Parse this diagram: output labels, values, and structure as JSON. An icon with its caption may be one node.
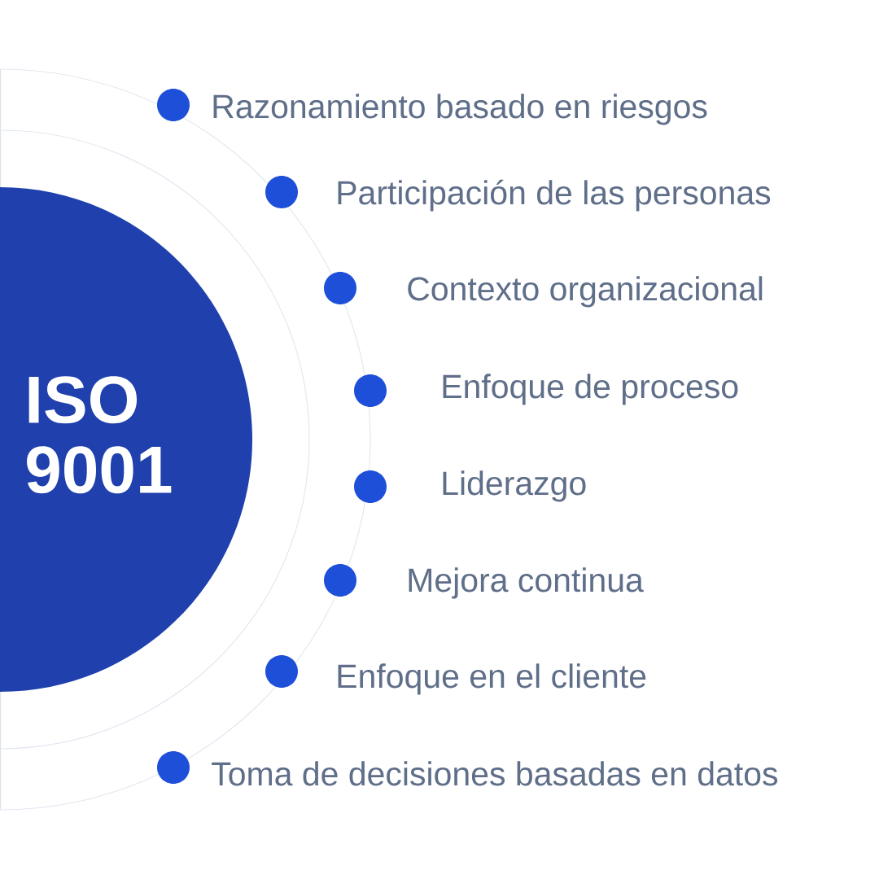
{
  "diagram": {
    "nodes": [
      {
        "text": [
          "ISO 9001"
        ]
      }
    ],
    "labels": [
      "Razonamiento basado en riesgos",
      "Participación de las personas",
      "Contexto organizacional",
      "Enfoque de proceso",
      "Liderazgo",
      "Mejora continua",
      "Enfoque en el cliente",
      "Toma de decisiones basadas en datos"
    ]
  }
}
